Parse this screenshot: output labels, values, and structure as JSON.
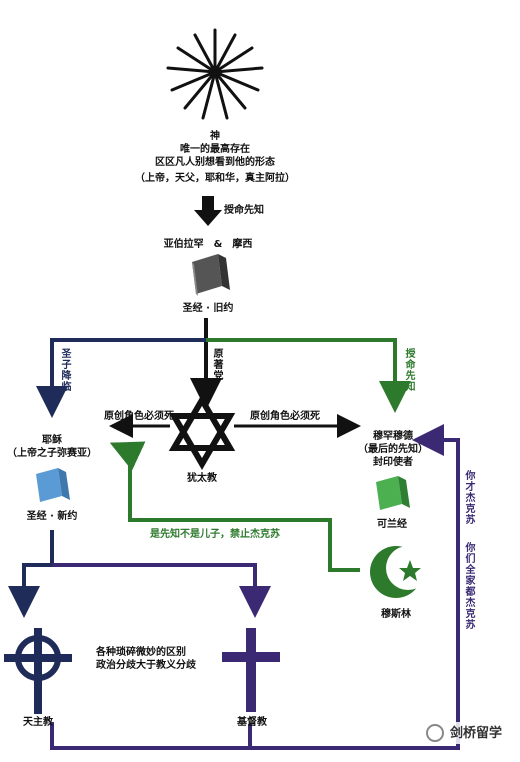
{
  "top_text": {
    "god": "神",
    "line1": "唯一的最高存在",
    "line2": "区区凡人别想看到他的形态",
    "names": "（上帝，天父，耶和华，真主阿拉）"
  },
  "labels": {
    "prophet": "授命先知",
    "abraham_moses": "亚伯拉罕　&　摩西",
    "old_testament": "圣经 · 旧约",
    "holy_spirit": "圣子降临",
    "original_party": "原著党",
    "prophet2": "授命先知",
    "must_die_left": "原创角色必须死",
    "must_die_right": "原创角色必须死",
    "jesus": "耶稣",
    "jesus_sub": "（上帝之子弥赛亚）",
    "muhammad": "穆罕穆德",
    "muhammad_sub1": "（最后的先知）",
    "muhammad_sub2": "封印使者",
    "judaism": "犹太教",
    "new_testament": "圣经 · 新约",
    "quran": "可兰经",
    "islam_note": "是先知不是儿子，禁止杰克苏",
    "muslim": "穆斯林",
    "right_vert1": "你才杰克苏",
    "right_vert2": "你们全家都杰克苏",
    "diff1": "各种琐碎微妙的区别",
    "diff2": "政治分歧大于教义分歧",
    "catholic": "天主教",
    "protestant": "基督教",
    "watermark": "剑桥留学"
  },
  "colors": {
    "navy": "#1f2c5a",
    "green": "#2d7a2d",
    "purple": "#3b2a73",
    "black": "#111111"
  }
}
